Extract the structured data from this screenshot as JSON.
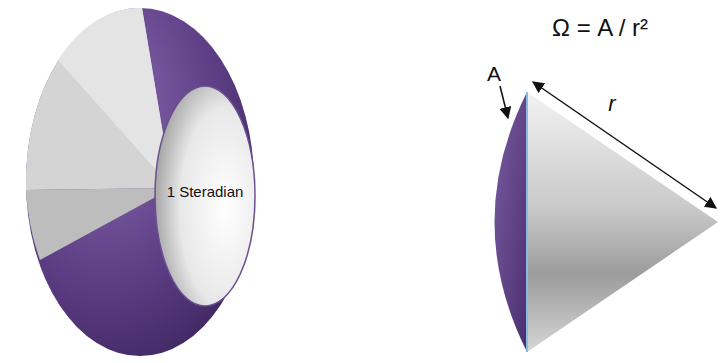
{
  "diagram": {
    "labels": [
      "1 Steradian",
      "Ω = A / r²",
      "A",
      "r"
    ]
  }
}
